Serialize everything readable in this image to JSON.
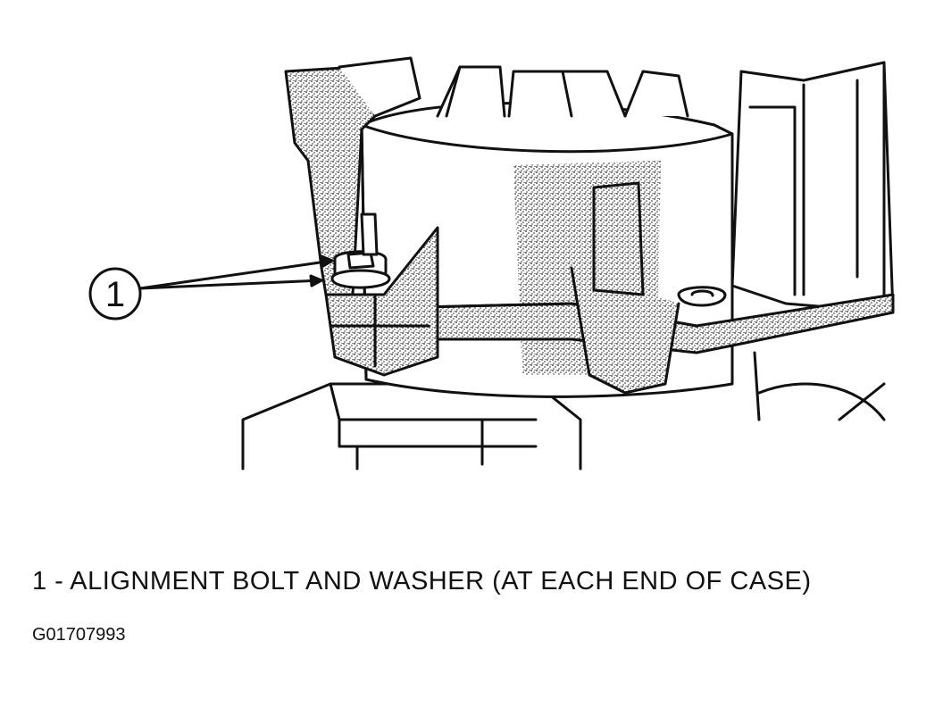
{
  "callout": {
    "number": "1"
  },
  "caption": "1 - ALIGNMENT BOLT AND WASHER (AT EACH END OF CASE)",
  "figure_id": "G01707993",
  "colors": {
    "ink": "#111111",
    "stipple": "#7a7a7a",
    "paper": "#ffffff"
  }
}
